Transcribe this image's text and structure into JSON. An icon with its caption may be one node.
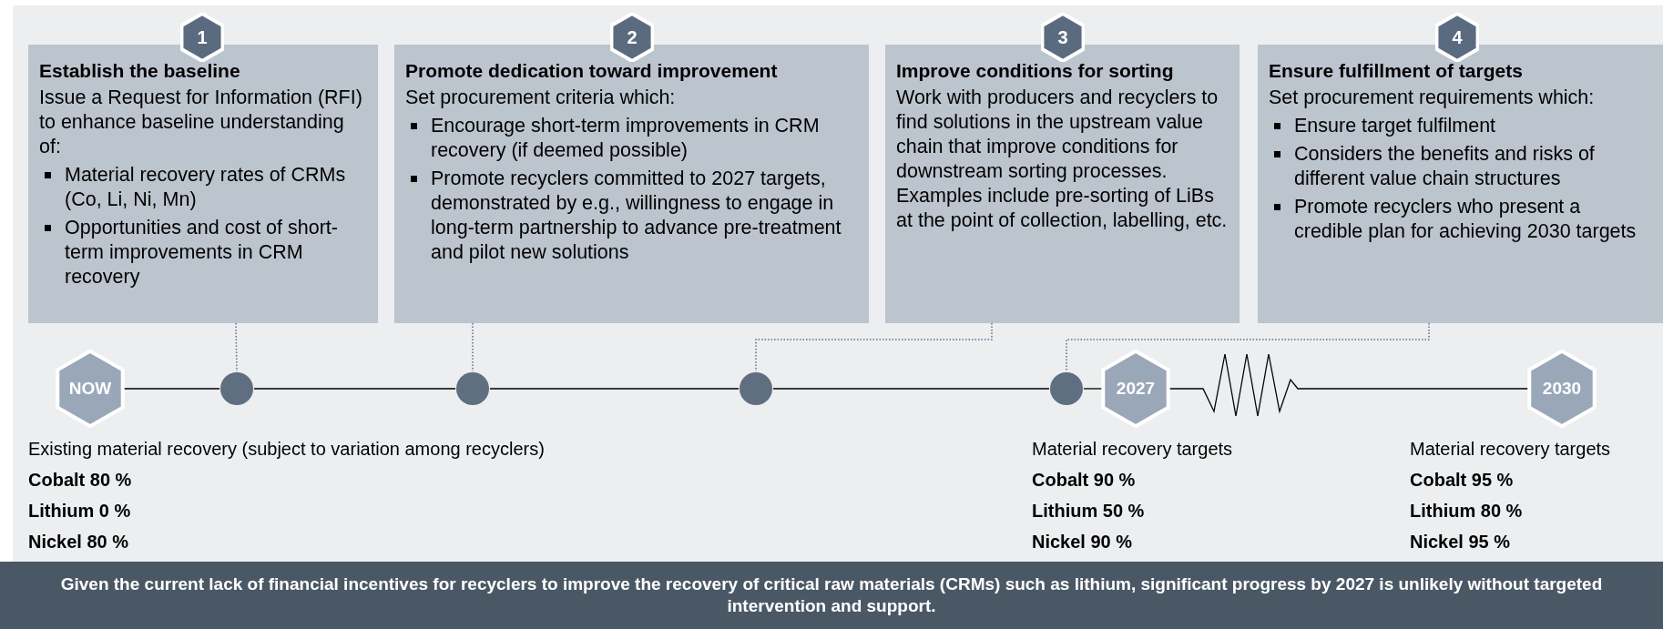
{
  "diagram": {
    "nodes": [
      {
        "text": [
          "1"
        ]
      },
      {
        "text": [
          "Establish the baseline",
          "Issue a Request for Information (RFI) to enhance baseline understanding of:",
          "Material recovery rates of CRMs (Co, Li, Ni, Mn)",
          "Opportunities and cost of short-term improvements in CRM recovery"
        ]
      },
      {
        "text": [
          "2"
        ]
      },
      {
        "text": [
          "Promote dedication toward improvement",
          "Set procurement criteria which:",
          "Encourage short-term improvements in CRM recovery (if deemed possible)",
          "Promote recyclers committed to 2027 targets, demonstrated by e.g., willingness to engage in long-term partnership to advance pre-treatment and pilot new solutions"
        ]
      },
      {
        "text": [
          "3"
        ]
      },
      {
        "text": [
          "Improve conditions for sorting",
          "Work with producers and recyclers to find solutions in the upstream value chain that improve conditions for downstream sorting processes. Examples include pre-sorting of LiBs at the point of collection, labelling, etc."
        ]
      },
      {
        "text": [
          "4"
        ]
      },
      {
        "text": [
          "Ensure fulfillment of targets",
          "Set procurement requirements which:",
          "Ensure target fulfilment",
          "Considers the benefits and risks of different value chain structures",
          "Promote recyclers who present a credible plan for achieving 2030 targets"
        ]
      },
      {
        "text": [
          "NOW"
        ]
      },
      {
        "text": [],
        "shape": "circle"
      },
      {
        "text": [],
        "shape": "circle"
      },
      {
        "text": [],
        "shape": "circle"
      },
      {
        "text": [],
        "shape": "circle"
      },
      {
        "text": [
          "2027"
        ]
      },
      {
        "text": [
          "2030"
        ]
      },
      {
        "text": [
          "Given the current lack of financial incentives for recyclers to improve the recovery of critical raw materials (CRMs) such as lithium, significant progress by 2027 is unlikely without targeted intervention and support."
        ]
      }
    ],
    "edges": [
      {
        "from": 1,
        "to": 9,
        "arrow": "none",
        "style": "dashed",
        "color": "#5a6f8a"
      },
      {
        "from": 3,
        "to": 10,
        "arrow": "none",
        "style": "dashed",
        "color": "#5a6f8a"
      },
      {
        "from": 5,
        "to": 11,
        "arrow": "none",
        "style": "dashed",
        "color": "#5a6f8a"
      },
      {
        "from": 7,
        "to": 12,
        "arrow": "none",
        "style": "dashed",
        "color": "#5a6f8a"
      },
      {
        "from": 8,
        "to": 9,
        "arrow": "none"
      },
      {
        "from": 9,
        "to": 10,
        "arrow": "none"
      },
      {
        "from": 10,
        "to": 11,
        "arrow": "none"
      },
      {
        "from": 11,
        "to": 12,
        "arrow": "none"
      },
      {
        "from": 12,
        "to": 13,
        "arrow": "none"
      },
      {
        "from": 13,
        "to": 14,
        "arrow": "none"
      }
    ],
    "labels": [
      "Existing material recovery (subject to variation among recyclers)",
      "Material recovery targets",
      "Material recovery targets",
      "Cobalt 80 %",
      "Cobalt 90 %",
      "Cobalt 95 %",
      "Lithium 0 %",
      "Lithium 50 %",
      "Lithium 80 %",
      "Nickel 80 %",
      "Nickel 90 %",
      "Nickel 95 %"
    ]
  }
}
